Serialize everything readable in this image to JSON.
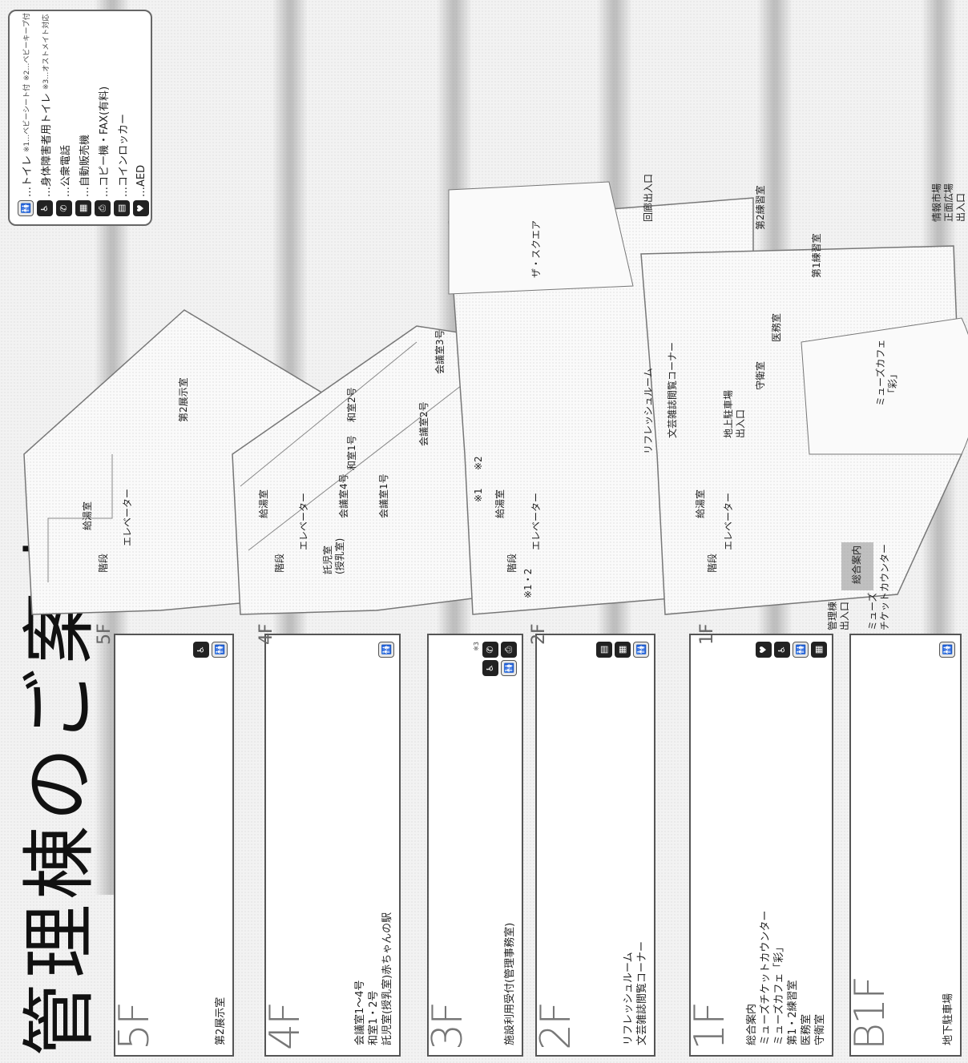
{
  "title": "管理棟のご案内",
  "floors": {
    "5f": {
      "label": "5F",
      "items": [
        "第2展示室"
      ]
    },
    "4f": {
      "label": "4F",
      "items": [
        "会議室1～4号",
        "和室1・2号",
        "託児室(授乳室)赤ちゃんの駅"
      ]
    },
    "3f": {
      "label": "3F",
      "items": [
        "施設利用受付(管理事務室)"
      ],
      "note": "※3"
    },
    "2f": {
      "label": "2F",
      "items": [
        "リフレッシュルーム",
        "文芸雑誌閲覧コーナー"
      ]
    },
    "1f": {
      "label": "1F",
      "items": [
        "総合案内",
        "ミューズチケットカウンター",
        "ミューズカフェ「彩」",
        "第1・2練習室",
        "医務室",
        "守衛室"
      ]
    },
    "b1f": {
      "label": "B1F",
      "items": [
        "地下駐車場"
      ]
    }
  },
  "map_floor_labels": [
    "5F",
    "4F",
    "2F",
    "1F"
  ],
  "legend": {
    "toilet": "…トイレ",
    "toilet_note1": "※1…ベビーシート付",
    "toilet_note2": "※2…ベビーキープ付",
    "accessible": "…身体障害者用トイレ",
    "accessible_note": "※3…オストメイト対応",
    "phone": "…公衆電話",
    "vending": "…自動販売機",
    "copy": "…コピー機・FAX(有料)",
    "locker": "…コインロッカー",
    "aed": "…AED"
  },
  "map5f": {
    "stairs": "階段",
    "kitchen": "給湯室",
    "elevator": "エレベーター",
    "gallery": "第2展示室"
  },
  "map4f": {
    "stairs": "階段",
    "kitchen": "給湯室",
    "elevator": "エレベーター",
    "nursery": "託児室",
    "nursery2": "(授乳室)",
    "m1": "会議室1号",
    "m2": "会議室2号",
    "m3": "会議室3号",
    "m4": "会議室4号",
    "w1": "和室1号",
    "w2": "和室2号"
  },
  "map2f": {
    "stairs": "階段",
    "kitchen": "給湯室",
    "elevator": "エレベーター",
    "refresh": "リフレッシュルーム",
    "corner": "文芸雑誌閲覧コーナー",
    "square": "ザ・スクエア",
    "exit": "回廊出入口",
    "n1": "※1",
    "n2": "※2",
    "n12": "※1・2"
  },
  "map1f": {
    "stairs": "階段",
    "kitchen": "給湯室",
    "elevator": "エレベーター",
    "info": "総合案内",
    "ticket1": "ミューズ",
    "ticket2": "チケットカウンター",
    "mgmt_exit1": "管理棟",
    "mgmt_exit2": "出入口",
    "parking1": "地上駐車場",
    "parking2": "出入口",
    "guard": "守衛室",
    "medical": "医務室",
    "cafe1": "ミューズカフェ",
    "cafe2": "「彩」",
    "practice1": "第1練習室",
    "practice2": "第2練習室",
    "plaza1": "情報市場",
    "plaza2": "正面広場",
    "plaza3": "出入口"
  },
  "icons": {
    "toilet": "toilet-icon",
    "accessible": "wheelchair-icon",
    "phone": "phone-icon",
    "vending": "vending-machine-icon",
    "copy": "copy-fax-icon",
    "locker": "coin-locker-icon",
    "aed": "aed-icon"
  }
}
